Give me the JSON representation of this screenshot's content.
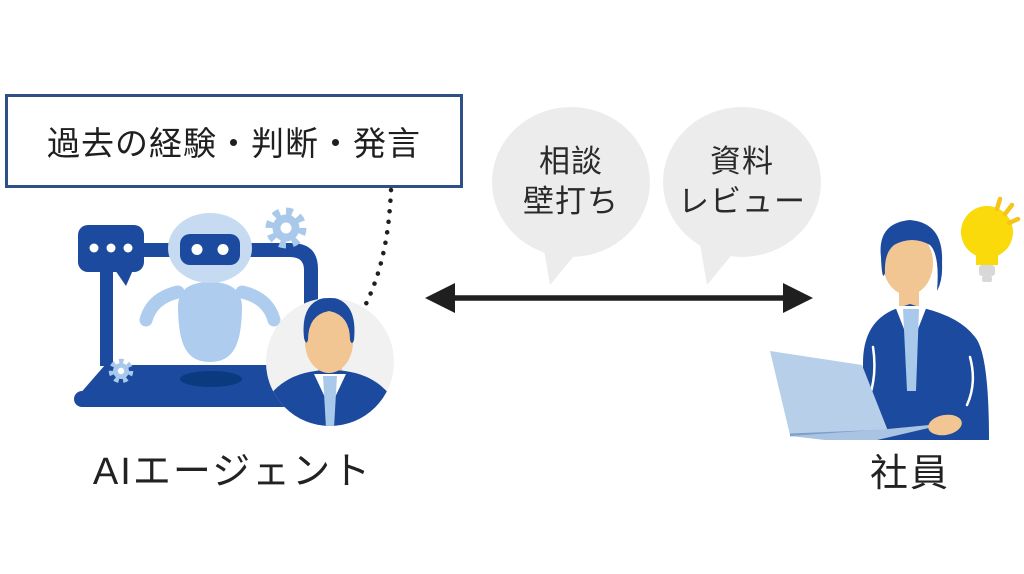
{
  "annotation_box": {
    "label": "過去の経験・判断・発言"
  },
  "bubbles": [
    {
      "line1": "相談",
      "line2": "壁打ち"
    },
    {
      "line1": "資料",
      "line2": "レビュー"
    }
  ],
  "actors": {
    "left_label": "AIエージェント",
    "right_label": "社員"
  },
  "icons": {
    "left_illustration": "robot-in-laptop-icon",
    "left_parts": [
      "chat-dots-icon",
      "gear-icon",
      "robot-icon",
      "laptop-icon",
      "person-avatar-icon"
    ],
    "right_illustration": "employee-at-laptop-icon",
    "right_parts": [
      "person-icon",
      "laptop-icon",
      "lightbulb-icon"
    ],
    "connector": "double-headed-arrow-icon",
    "annotation_connector": "dotted-line-icon"
  },
  "colors": {
    "primary_blue": "#1b4a9e",
    "robot_light_blue": "#aecdee",
    "robot_head_blue": "#c6daf2",
    "gear_light_blue": "#a9c9ea",
    "bubble_gray": "#ececec",
    "arrow_black": "#1f1f1f",
    "box_border_navy": "#2f4f87",
    "skin": "#f2c693",
    "bulb_yellow": "#fada0a",
    "avatar_bg_gray": "#f1f1f1",
    "background": "#ffffff"
  }
}
